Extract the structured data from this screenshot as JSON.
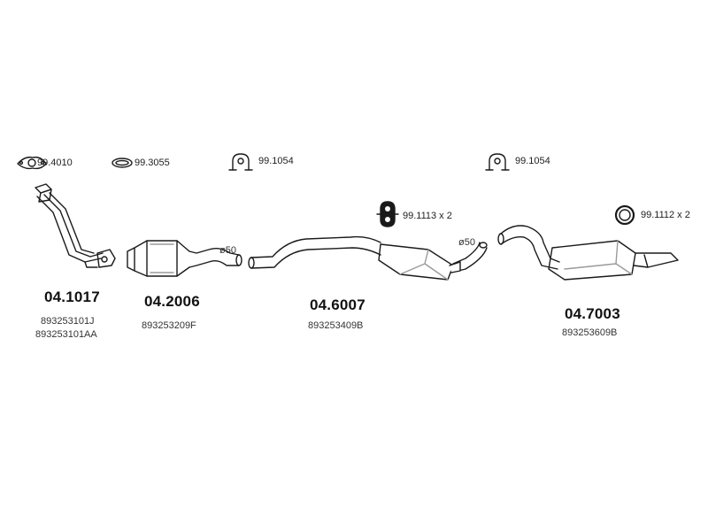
{
  "accessories": [
    {
      "code": "99.4010",
      "icon": "gasket-flange-icon"
    },
    {
      "code": "99.3055",
      "icon": "ring-gasket-icon"
    },
    {
      "code": "99.1054",
      "icon": "clamp-bracket-icon"
    },
    {
      "code": "99.1113 x 2",
      "icon": "rubber-mount-icon"
    },
    {
      "code": "99.1054",
      "icon": "clamp-bracket-icon"
    },
    {
      "code": "99.1112 x 2",
      "icon": "rubber-ring-icon"
    }
  ],
  "parts": [
    {
      "number": "04.1017",
      "oem": [
        "893253101J",
        "893253101AA"
      ],
      "component": "front-pipe"
    },
    {
      "number": "04.2006",
      "oem": [
        "893253209F"
      ],
      "diameter": "ø50",
      "component": "catalytic-converter"
    },
    {
      "number": "04.6007",
      "oem": [
        "893253409B"
      ],
      "diameter": "ø50",
      "component": "middle-silencer"
    },
    {
      "number": "04.7003",
      "oem": [
        "893253609B"
      ],
      "component": "rear-silencer"
    }
  ],
  "colors": {
    "line": "#1a1a1a",
    "fill": "#ffffff",
    "shade": "#9a9a9a",
    "background": "#ffffff"
  }
}
